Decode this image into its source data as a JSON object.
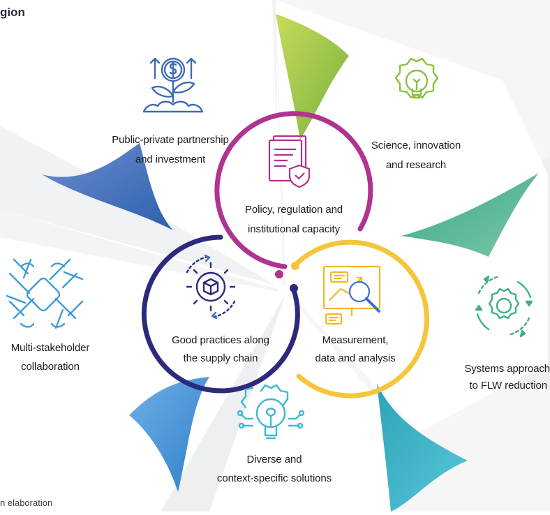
{
  "header": {
    "title_fragment": "gion"
  },
  "footer": {
    "source_fragment": "n elaboration"
  },
  "center": {
    "policy": {
      "line1": "Policy, regulation and",
      "line2": "institutional capacity",
      "color": "#b0338f",
      "icon": "document-shield-icon"
    },
    "practices": {
      "line1": "Good practices along",
      "line2": "the supply chain",
      "color": "#2b2a7c",
      "icon": "cube-gear-icon"
    },
    "measurement": {
      "line1": "Measurement,",
      "line2": "data and analysis",
      "color": "#f5c53c",
      "icon": "chart-magnifier-icon"
    }
  },
  "outer": {
    "ppp": {
      "line1": "Public-private partnership",
      "line2": "and investment",
      "color": "#3e6bb5",
      "icon": "money-plant-icon"
    },
    "science": {
      "line1": "Science, innovation",
      "line2": "and research",
      "color": "#8cbf3f",
      "icon": "gear-bulb-icon"
    },
    "systems": {
      "line1": "Systems approach",
      "line2": "to FLW reduction",
      "color": "#3fae8b",
      "icon": "cycle-gear-icon"
    },
    "diverse": {
      "line1": "Diverse and",
      "line2": "context-specific solutions",
      "color": "#3fb8cf",
      "icon": "circuit-bulb-icon"
    },
    "multi": {
      "line1": "Multi-stakeholder",
      "line2": "collaboration",
      "color": "#3a9ad9",
      "icon": "joined-hands-icon"
    }
  }
}
